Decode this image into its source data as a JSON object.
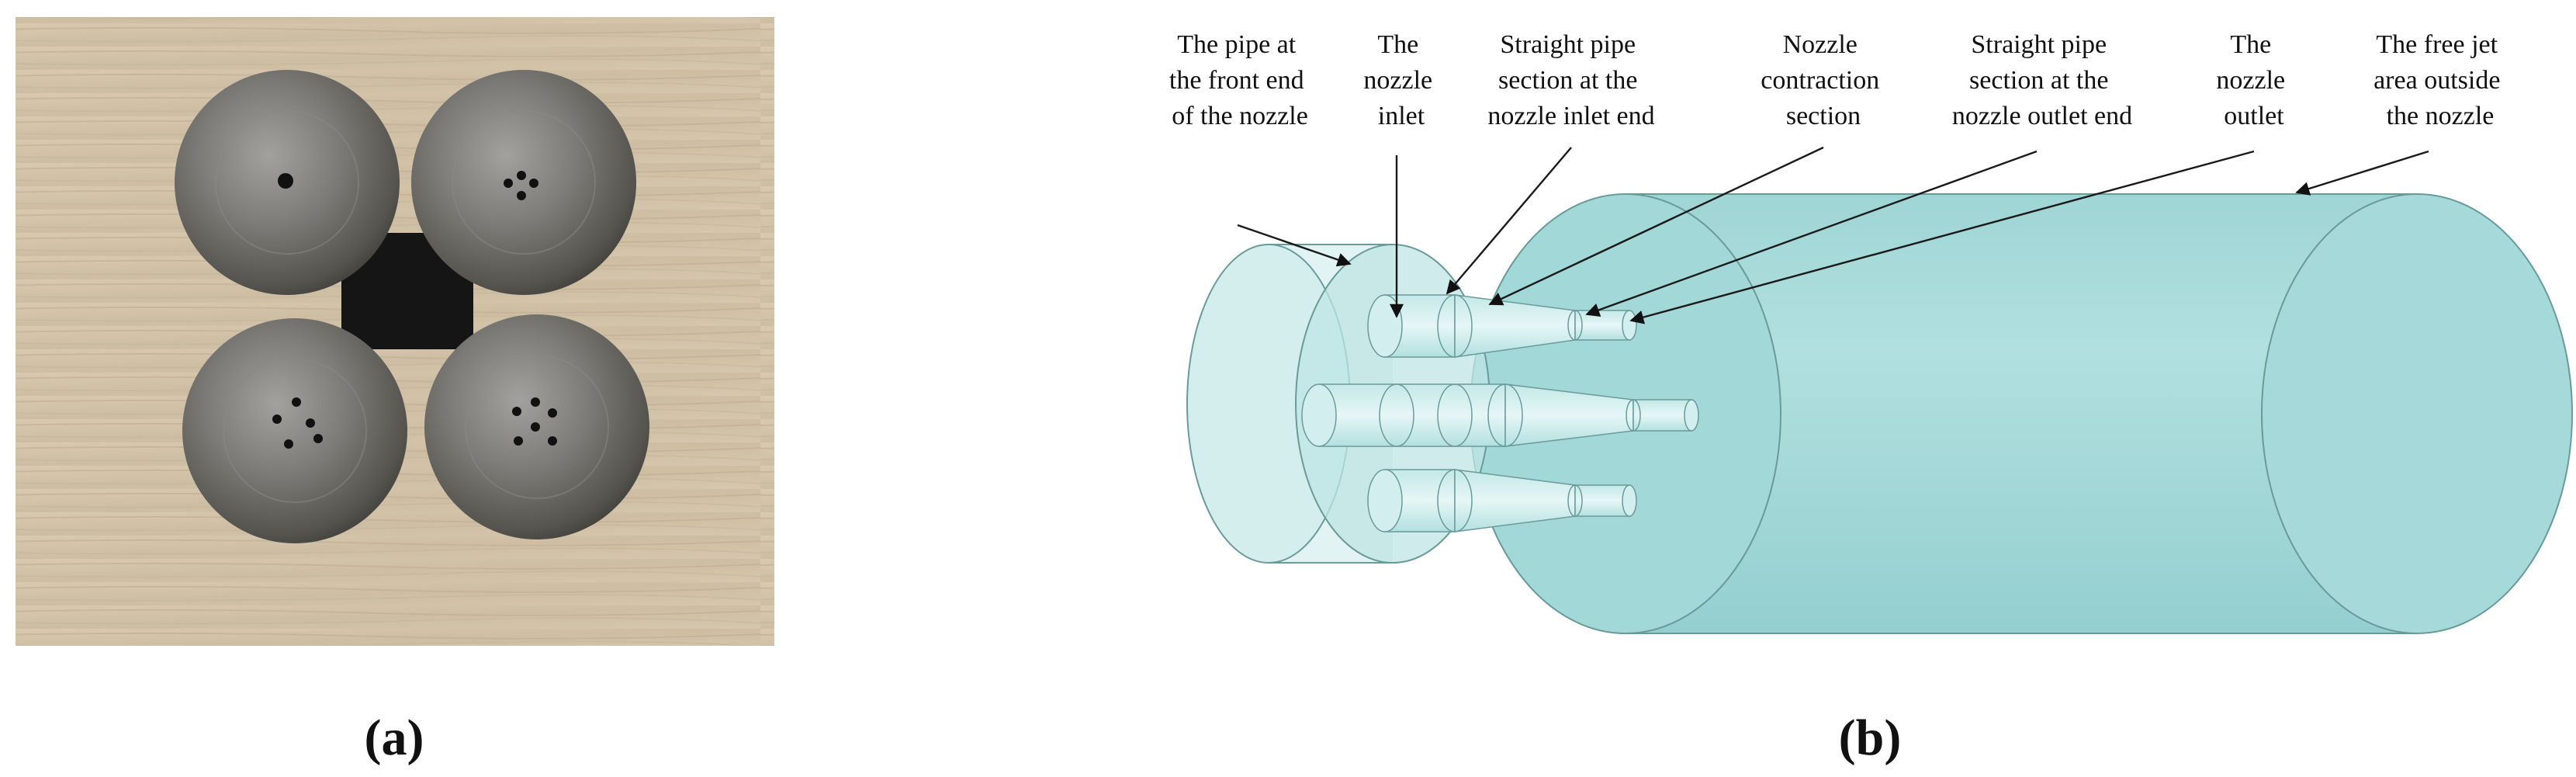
{
  "panel_a": {
    "caption": "(a)"
  },
  "panel_b": {
    "caption": "(b)",
    "labels": [
      {
        "id": "front-pipe",
        "lines": [
          "The pipe at",
          "the front end",
          "of the nozzle"
        ]
      },
      {
        "id": "nozzle-inlet",
        "lines": [
          "The",
          "nozzle",
          "inlet"
        ]
      },
      {
        "id": "inlet-straight",
        "lines": [
          "Straight pipe",
          "section at the",
          "nozzle inlet end"
        ]
      },
      {
        "id": "contraction",
        "lines": [
          "Nozzle",
          "contraction",
          "section"
        ]
      },
      {
        "id": "outlet-straight",
        "lines": [
          "Straight pipe",
          "section at the",
          "nozzle outlet end"
        ]
      },
      {
        "id": "nozzle-outlet",
        "lines": [
          "The",
          "nozzle",
          "outlet"
        ]
      },
      {
        "id": "free-jet",
        "lines": [
          "The free jet",
          "area outside",
          "the nozzle"
        ]
      }
    ]
  },
  "colors": {
    "jet_cylinder": "#a3d9d9",
    "front_pipe": "#d4eeee",
    "nozzle_block": "#bfe4e4",
    "metal": "#6e6e6c",
    "wood": "#d3c4ab"
  }
}
